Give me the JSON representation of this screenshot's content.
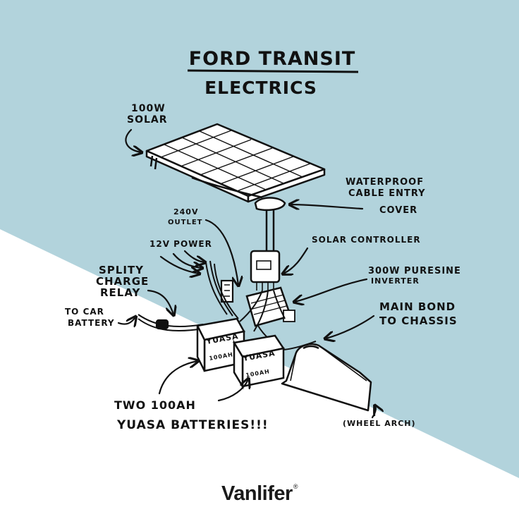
{
  "colors": {
    "sky": "#b2d3dc",
    "ground": "#ffffff",
    "ink": "#111111"
  },
  "title": {
    "line1": "FORD TRANSIT",
    "line2": "ELECTRICS"
  },
  "labels": {
    "solar_line1": "100W",
    "solar_line2": "SOLAR",
    "waterproof_line1": "WATERPROOF",
    "waterproof_line2": "CABLE ENTRY",
    "waterproof_line3": "COVER",
    "outlet_line1": "240V",
    "outlet_line2": "OUTLET",
    "solar_controller": "SOLAR CONTROLLER",
    "power_12v": "12V POWER",
    "inverter_line1": "300W PURESINE",
    "inverter_line2": "INVERTER",
    "relay_line1": "SPLITY",
    "relay_line2": "CHARGE",
    "relay_line3": "RELAY",
    "main_bond_line1": "MAIN BOND",
    "main_bond_line2": "TO CHASSIS",
    "car_battery_line1": "TO CAR",
    "car_battery_line2": "BATTERY",
    "batteries_line1": "TWO 100AH",
    "batteries_line2": "YUASA BATTERIES!!!",
    "wheel_arch": "(WHEEL ARCH)"
  },
  "battery_left": {
    "brand": "YUASA",
    "capacity": "100AH"
  },
  "battery_right": {
    "brand": "YUASA",
    "capacity": "100AH"
  },
  "brand": {
    "name": "Vanlifer",
    "mark": "®"
  }
}
